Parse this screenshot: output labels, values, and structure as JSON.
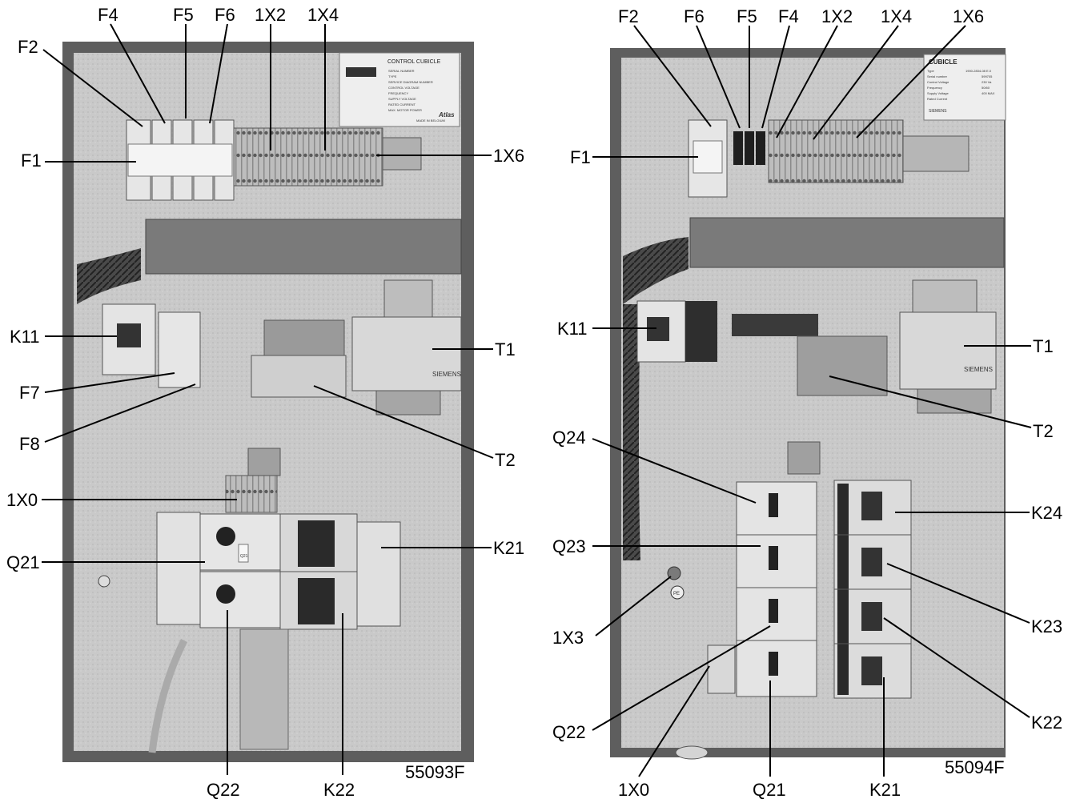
{
  "left_panel": {
    "figure_number": "55093F",
    "labels": {
      "F2": "F2",
      "F4": "F4",
      "F5": "F5",
      "F6": "F6",
      "1X2": "1X2",
      "1X4": "1X4",
      "F1": "F1",
      "1X6": "1X6",
      "K11": "K11",
      "T1": "T1",
      "F7": "F7",
      "F8": "F8",
      "T2": "T2",
      "1X0": "1X0",
      "Q21": "Q21",
      "K21": "K21",
      "Q22": "Q22",
      "K22": "K22"
    },
    "nameplate": {
      "title": "CONTROL CUBICLE",
      "fields": [
        "SERIAL NUMBER",
        "TYPE",
        "SERVICE DIAGRAM NUMBER",
        "CONTROL VOLTAGE",
        "FREQUENCY",
        "SUPPLY VOLTAGE",
        "RATED CURRENT",
        "MAX. MOTOR POWER"
      ],
      "made_in": "MADE IN BELGIUM",
      "brand": "Atlas"
    },
    "component_text": {
      "transformer": "SIEMENS",
      "breaker_tag": "Q21"
    }
  },
  "right_panel": {
    "figure_number": "55094F",
    "labels": {
      "F2": "F2",
      "F6": "F6",
      "F5": "F5",
      "F4": "F4",
      "1X2": "1X2",
      "1X4": "1X4",
      "1X6": "1X6",
      "F1": "F1",
      "K11": "K11",
      "T1": "T1",
      "T2": "T2",
      "Q24": "Q24",
      "K24": "K24",
      "Q23": "Q23",
      "1X3": "1X3",
      "K23": "K23",
      "Q22": "Q22",
      "K22": "K22",
      "1X0": "1X0",
      "Q21": "Q21",
      "K21": "K21"
    },
    "nameplate": {
      "title": "CUBICLE",
      "fields": [
        "Type",
        "Serial number",
        "Control Voltage",
        "Frequency",
        "Supply Voltage",
        "Rated Current"
      ],
      "values": [
        "1900-2834-08 E.0",
        "599705",
        "230 Va",
        "50/60",
        "400 MAX",
        ""
      ],
      "maker": "SIEMENS"
    },
    "component_text": {
      "transformer": "SIEMENS",
      "pe": "PE"
    }
  }
}
